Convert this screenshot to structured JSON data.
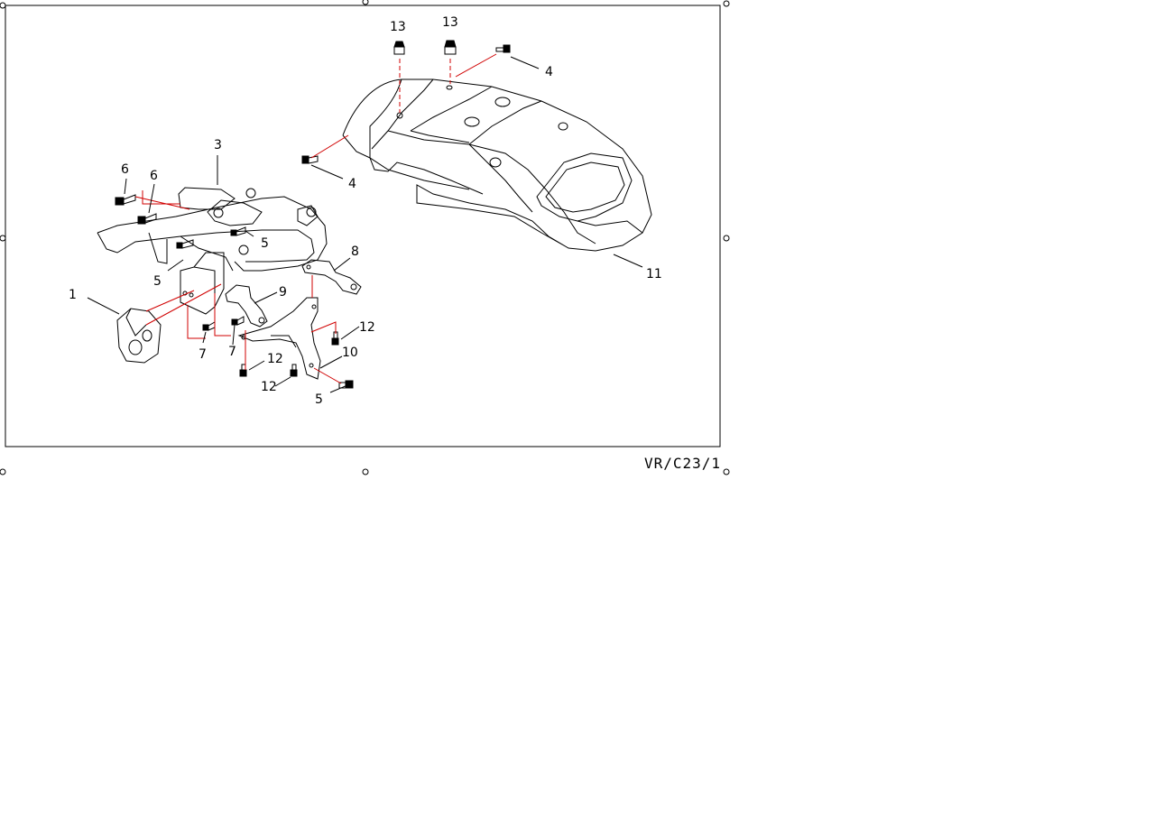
{
  "page_code": "VR/C23/1",
  "colors": {
    "line": "#000000",
    "leader": "#d00000",
    "background": "#ffffff"
  },
  "callouts": [
    {
      "id": "1",
      "label": "1"
    },
    {
      "id": "3",
      "label": "3"
    },
    {
      "id": "4a",
      "label": "4"
    },
    {
      "id": "4b",
      "label": "4"
    },
    {
      "id": "5a",
      "label": "5"
    },
    {
      "id": "5b",
      "label": "5"
    },
    {
      "id": "5c",
      "label": "5"
    },
    {
      "id": "6a",
      "label": "6"
    },
    {
      "id": "6b",
      "label": "6"
    },
    {
      "id": "7a",
      "label": "7"
    },
    {
      "id": "7b",
      "label": "7"
    },
    {
      "id": "8",
      "label": "8"
    },
    {
      "id": "9",
      "label": "9"
    },
    {
      "id": "10",
      "label": "10"
    },
    {
      "id": "11",
      "label": "11"
    },
    {
      "id": "12a",
      "label": "12"
    },
    {
      "id": "12b",
      "label": "12"
    },
    {
      "id": "12c",
      "label": "12"
    },
    {
      "id": "13a",
      "label": "13"
    },
    {
      "id": "13b",
      "label": "13"
    }
  ]
}
